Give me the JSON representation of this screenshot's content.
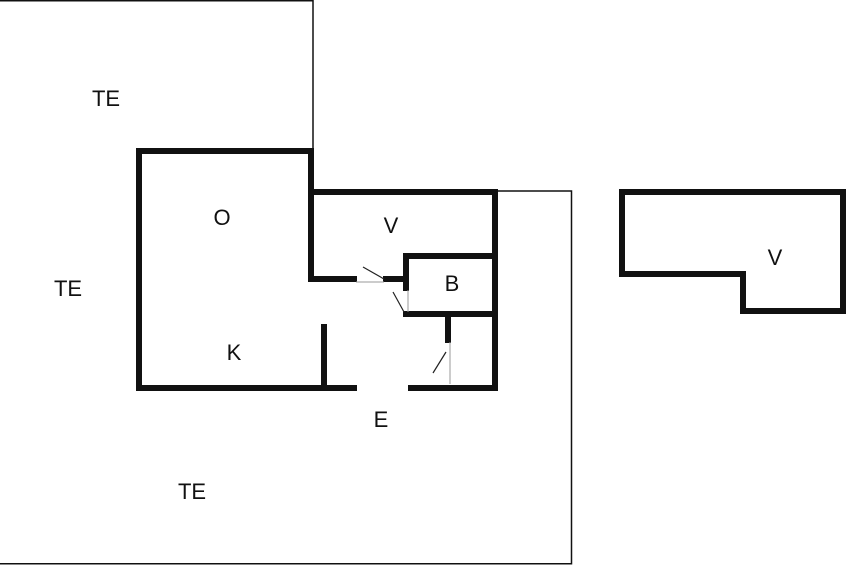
{
  "floor_plan": {
    "labels": {
      "terrace_top": "TE",
      "terrace_left": "TE",
      "terrace_bottom": "TE",
      "living_room": "O",
      "kitchen": "K",
      "bedroom": "V",
      "bathroom": "B",
      "entrance": "E",
      "annex_bedroom": "V"
    }
  }
}
